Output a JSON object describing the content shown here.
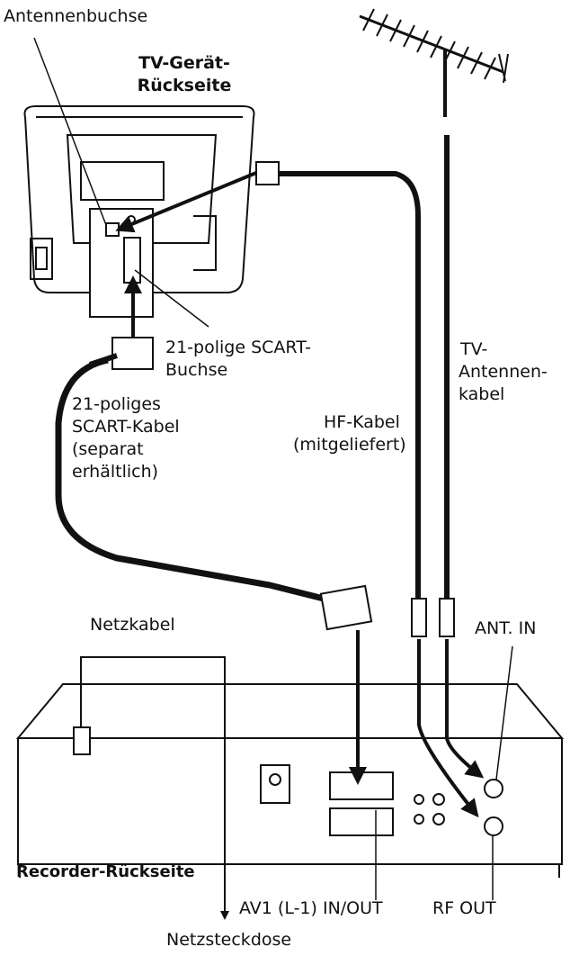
{
  "labels": {
    "antenna_socket": "Antennenbuchse",
    "tv_back_line1": "TV-Gerät-",
    "tv_back_line2": "Rückseite",
    "scart_socket_line1": "21-polige SCART-",
    "scart_socket_line2": "Buchse",
    "scart_cable_line1": "21-poliges",
    "scart_cable_line2": "SCART-Kabel",
    "scart_cable_line3": "(separat",
    "scart_cable_line4": "erhältlich)",
    "hf_cable_line1": "HF-Kabel",
    "hf_cable_line2": "(mitgeliefert)",
    "tv_antenna_cable_line1": "TV-",
    "tv_antenna_cable_line2": "Antennen-",
    "tv_antenna_cable_line3": "kabel",
    "power_cable": "Netzkabel",
    "ant_in": "ANT. IN",
    "recorder_back": "Recorder-Rückseite",
    "av1_in_out": "AV1 (L-1) IN/OUT",
    "rf_out": "RF OUT",
    "power_outlet": "Netzsteckdose"
  }
}
